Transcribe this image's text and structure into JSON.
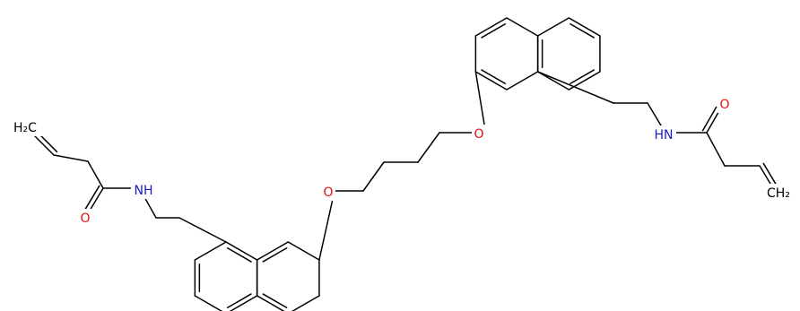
{
  "atom_labels": [
    {
      "text": "H₂C",
      "element": "C",
      "color": "#000000"
    },
    {
      "text": "NH",
      "element": "N",
      "color": "#1a1acc"
    },
    {
      "text": "O",
      "element": "O",
      "color": "#e01010"
    },
    {
      "text": "O",
      "element": "O",
      "color": "#e01010"
    },
    {
      "text": "O",
      "element": "O",
      "color": "#e01010"
    },
    {
      "text": "HN",
      "element": "N",
      "color": "#1a1acc"
    },
    {
      "text": "O",
      "element": "O",
      "color": "#e01010"
    },
    {
      "text": "CH₂",
      "element": "C",
      "color": "#000000"
    }
  ]
}
